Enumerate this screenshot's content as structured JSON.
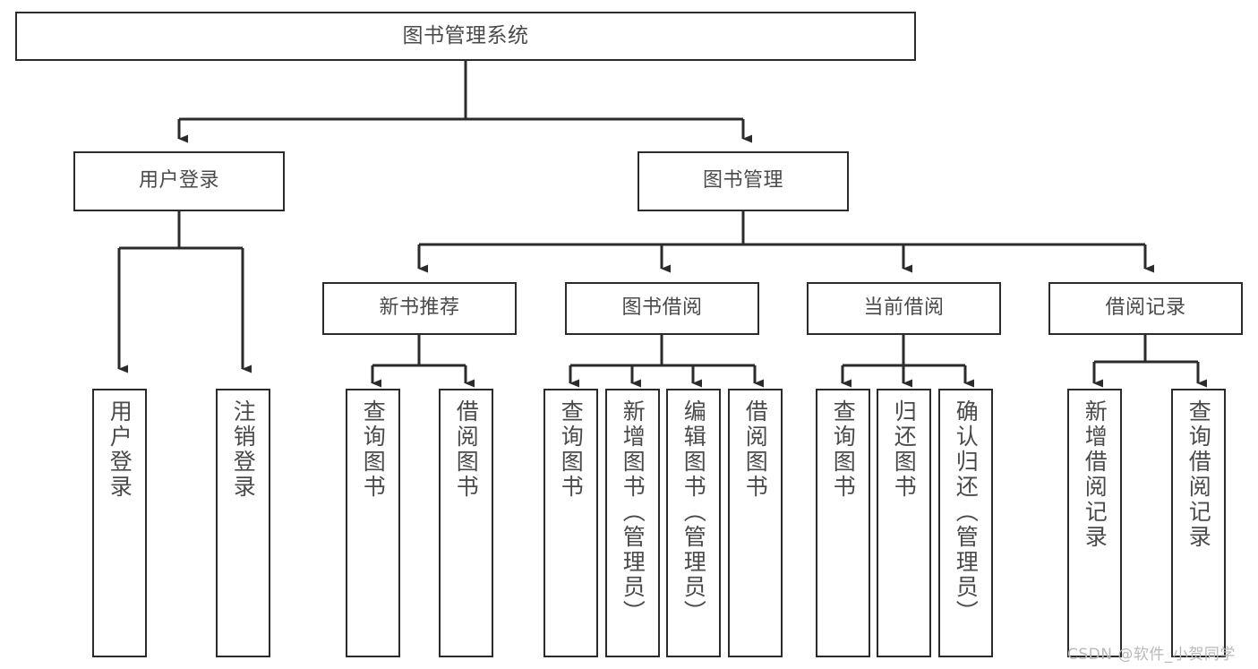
{
  "diagram": {
    "title": "图书管理系统",
    "type": "function-structure-tree",
    "orientation": "top-down",
    "watermark": "CSDN @软件_小贺同学",
    "colors": {
      "box_border": "#2b2b2b",
      "box_fill": "#ffffff",
      "text": "#4a4a4a",
      "edge": "#2b2b2b",
      "watermark": "#b9b9b9",
      "background": "#ffffff"
    },
    "nodes": {
      "root": {
        "label": "图书管理系统"
      },
      "level2": [
        {
          "id": "user-login",
          "label": "用户登录"
        },
        {
          "id": "book-manage",
          "label": "图书管理"
        }
      ],
      "level3": [
        {
          "id": "new-book-recommend",
          "label": "新书推荐"
        },
        {
          "id": "book-borrow",
          "label": "图书借阅"
        },
        {
          "id": "current-borrow",
          "label": "当前借阅"
        },
        {
          "id": "borrow-record",
          "label": "借阅记录"
        }
      ],
      "leaves": [
        {
          "id": "leaf-user-login",
          "parent": "user-login",
          "label": "用户登录"
        },
        {
          "id": "leaf-logout-login",
          "parent": "user-login",
          "label": "注销登录"
        },
        {
          "id": "leaf-query-book-1",
          "parent": "new-book-recommend",
          "label": "查询图书"
        },
        {
          "id": "leaf-borrow-book-1",
          "parent": "new-book-recommend",
          "label": "借阅图书"
        },
        {
          "id": "leaf-query-book-2",
          "parent": "book-borrow",
          "label": "查询图书"
        },
        {
          "id": "leaf-add-book",
          "parent": "book-borrow",
          "label": "新增图书（管理员）"
        },
        {
          "id": "leaf-edit-book",
          "parent": "book-borrow",
          "label": "编辑图书（管理员）"
        },
        {
          "id": "leaf-borrow-book-2",
          "parent": "book-borrow",
          "label": "借阅图书"
        },
        {
          "id": "leaf-query-book-3",
          "parent": "current-borrow",
          "label": "查询图书"
        },
        {
          "id": "leaf-return-book",
          "parent": "current-borrow",
          "label": "归还图书"
        },
        {
          "id": "leaf-confirm-return",
          "parent": "current-borrow",
          "label": "确认归还（管理员）"
        },
        {
          "id": "leaf-add-record",
          "parent": "borrow-record",
          "label": "新增借阅记录"
        },
        {
          "id": "leaf-query-record",
          "parent": "borrow-record",
          "label": "查询借阅记录"
        }
      ]
    }
  }
}
